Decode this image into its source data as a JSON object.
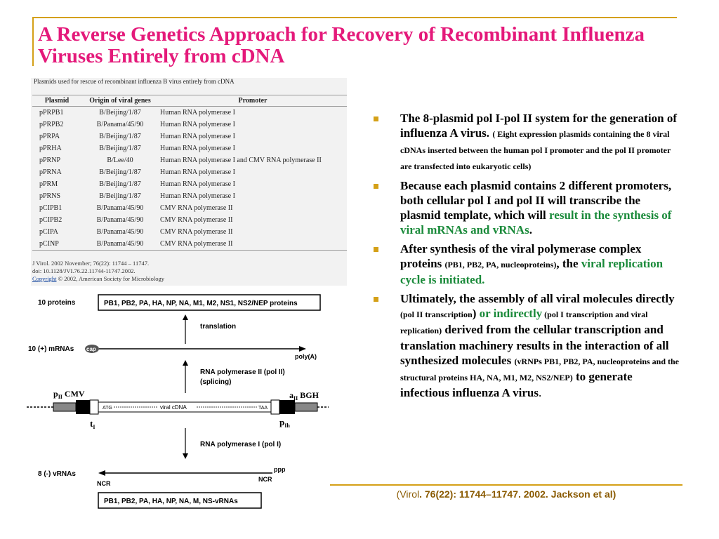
{
  "title": "A Reverse Genetics Approach for Recovery of  Recombinant Influenza Viruses Entirely from cDNA",
  "table": {
    "caption": "Plasmids used for rescue of recombinant influenza B virus entirely from cDNA",
    "headers": [
      "Plasmid",
      "Origin of viral genes",
      "Promoter"
    ],
    "rows": [
      [
        "pPRPB1",
        "B/Beijing/1/87",
        "Human RNA polymerase I"
      ],
      [
        "pPRPB2",
        "B/Panama/45/90",
        "Human RNA polymerase I"
      ],
      [
        "pPRPA",
        "B/Beijing/1/87",
        "Human RNA polymerase I"
      ],
      [
        "pPRHA",
        "B/Beijing/1/87",
        "Human RNA polymerase I"
      ],
      [
        "pPRNP",
        "B/Lee/40",
        "Human RNA polymerase I and CMV RNA polymerase II"
      ],
      [
        "pPRNA",
        "B/Beijing/1/87",
        "Human RNA polymerase I"
      ],
      [
        "pPRM",
        "B/Beijing/1/87",
        "Human RNA polymerase I"
      ],
      [
        "pPRNS",
        "B/Beijing/1/87",
        "Human RNA polymerase I"
      ],
      [
        "pCIPB1",
        "B/Panama/45/90",
        "CMV RNA polymerase II"
      ],
      [
        "pCIPB2",
        "B/Panama/45/90",
        "CMV RNA polymerase II"
      ],
      [
        "pCIPA",
        "B/Panama/45/90",
        "CMV RNA polymerase II"
      ],
      [
        "pCINP",
        "B/Panama/45/90",
        "CMV RNA polymerase II"
      ]
    ],
    "ref_line1": "J Virol. 2002 November; 76(22): 11744 – 11747.",
    "ref_line2": "doi: 10.1128/JVI.76.22.11744-11747.2002.",
    "ref_link": "Copyright",
    "ref_line3": " © 2002, American Society for Microbiology"
  },
  "diagram": {
    "proteins_label": "10 proteins",
    "proteins_box": "PB1, PB2, PA, HA, NP, NA, M1, M2, NS1, NS2/NEP  proteins",
    "translation": "translation",
    "mrnas_label": "10 (+) mRNAs",
    "cap": "cap",
    "polya": "poly(A)",
    "pol2_line1": "RNA polymerase II (pol II)",
    "pol2_line2": "(splicing)",
    "p2cmv": "p",
    "p2cmv_sub": "II",
    "p2cmv_rest": " CMV",
    "a2bgh": "a",
    "a2bgh_sub": "II",
    "a2bgh_rest": " BGH",
    "atg": "ATG",
    "viral_cdna": "viral cDNA",
    "taa": "TAA",
    "t1": "t",
    "t1_sub": "I",
    "pih": "p",
    "pih_sub": "Ih",
    "pol1": "RNA polymerase I (pol I)",
    "vrnas_label": "8 (-) vRNAs",
    "ppp": "ppp",
    "ncr_left": "NCR",
    "ncr_right": "NCR",
    "vrnas_box": "PB1, PB2, PA, HA, NP, NA, M, NS-vRNAs"
  },
  "bullets": {
    "b1_main": "The 8-plasmid pol I-pol II system for the generation of influenza A virus. ",
    "b1_small": "( Eight expression plasmids containing the 8 viral cDNAs inserted between the human pol I promoter and the pol II promoter are transfected into eukaryotic cells)",
    "b2_main": "Because each plasmid contains 2 different promoters, both cellular pol I and pol II will transcribe the plasmid template, which will ",
    "b2_green": "result in the synthesis of viral mRNAs and vRNAs",
    "b2_end": ".",
    "b3_main": "After synthesis of the viral polymerase complex proteins ",
    "b3_small": "(PB1, PB2, PA, nucleoproteins)",
    "b3_mid": ", the ",
    "b3_green": "viral replication cycle is initiated.",
    "b4_main": "Ultimately, the assembly of all viral molecules directly ",
    "b4_small1": "(pol II transcription",
    "b4_paren": ") ",
    "b4_green": "or indirectly",
    "b4_small2": " (pol I transcription and viral replication)",
    "b4_mid": " derived from the cellular transcription and translation machinery results in the interaction of all synthesized molecules ",
    "b4_small3": "(vRNPs PB1, PB2, PA, nucleoproteins and the structural proteins HA, NA, M1, M2, NS2/NEP)",
    "b4_end": " to generate infectious influenza A virus",
    "b4_dot": "."
  },
  "citation": {
    "open": "(Virol",
    "bold": ". 76(22): 11744–11747. 2002. Jackson et al)"
  },
  "colors": {
    "accent": "#d4a017",
    "title": "#e4197a",
    "green": "#1a8a3a"
  }
}
